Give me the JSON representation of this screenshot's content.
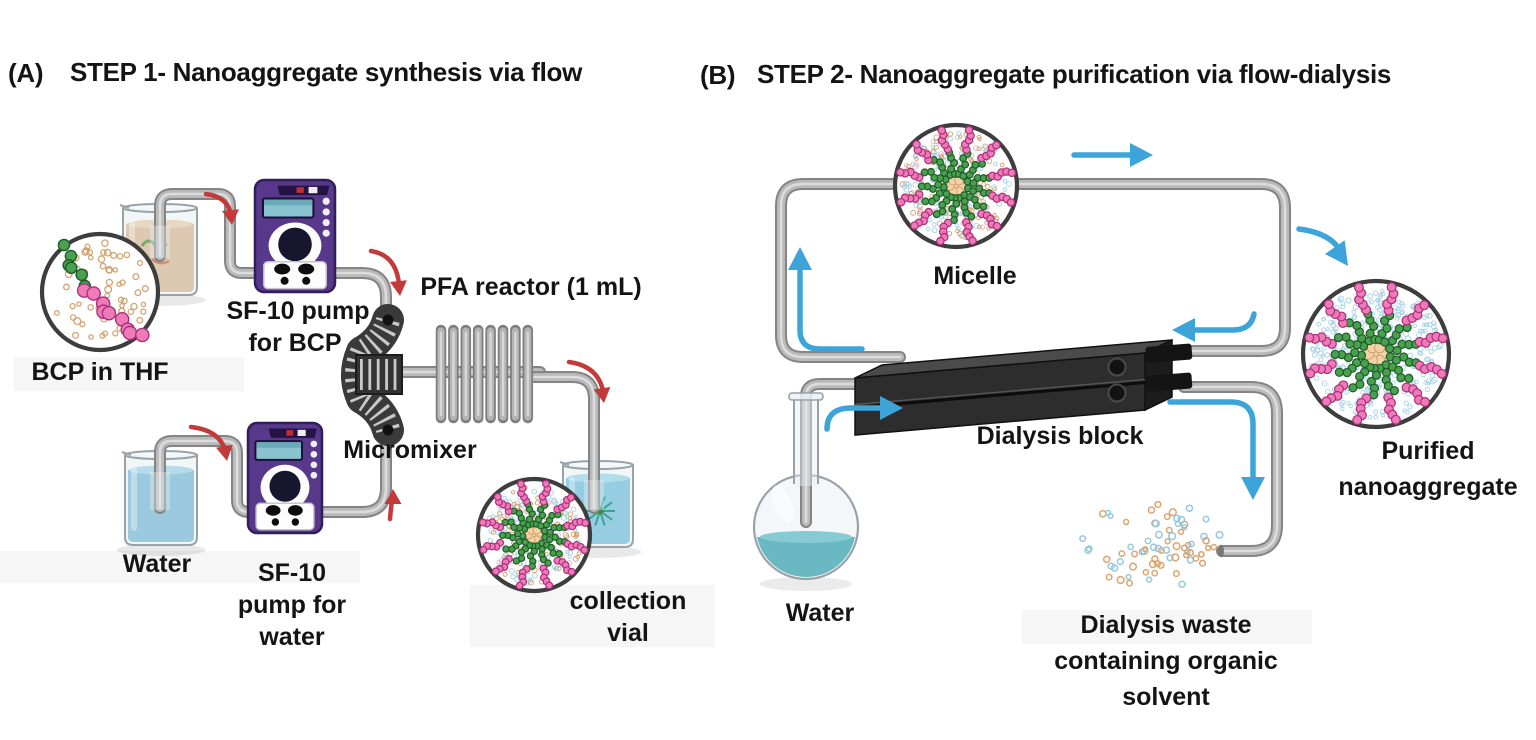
{
  "panel_a": {
    "tag": "(A)",
    "title": "STEP 1- Nanoaggregate synthesis via flow",
    "labels": {
      "bcp": "BCP in THF",
      "pump_bcp_1": "SF-10 pump",
      "pump_bcp_2": "for BCP",
      "micromixer": "Micromixer",
      "pfa_reactor": "PFA reactor (1 mL)",
      "water": "Water",
      "pump_water_1": "SF-10",
      "pump_water_2": "pump for",
      "pump_water_3": "water",
      "collection_1": "collection",
      "collection_2": "vial"
    }
  },
  "panel_b": {
    "tag": "(B)",
    "title": "STEP 2- Nanoaggregate purification via flow-dialysis",
    "labels": {
      "micelle": "Micelle",
      "dialysis_block": "Dialysis block",
      "water": "Water",
      "purified_1": "Purified",
      "purified_2": "nanoaggregate",
      "waste_1": "Dialysis waste",
      "waste_2": "containing organic",
      "waste_3": "solvent"
    }
  },
  "icons": {
    "bcp_magnifier_circle": "magnified-bcp-solution",
    "syringe_pump": "sf10-syringe-pump",
    "micromixer": "ribbed-micromixer",
    "pfa_coil": "pfa-coil-reactor",
    "beaker": "glass-beaker",
    "round_flask": "round-bottom-flask",
    "micelle_magnifier_circle": "magnified-micelle",
    "dialysis_block": "dialysis-flow-block",
    "waste_spray": "solvent-waste-dots",
    "red_flow_arrow": "curved-red-arrow",
    "blue_flow_arrow": "blue-flow-arrow"
  },
  "colors": {
    "pump_body": "#58388a",
    "pump_body_edge": "#301e58",
    "pump_screen": "#8ac3d0",
    "tube_outline": "#848484",
    "tube_fill": "#b9b9b9",
    "tube_highlight": "#dcdcdc",
    "arrow_red": "#c23a3a",
    "arrow_blue": "#3da4d9",
    "polymer_green": "#49a04e",
    "polymer_green_dark": "#1f5c28",
    "polymer_pink": "#ef7ab8",
    "polymer_pink_dark": "#ad2f7b",
    "solvent_tan": "#cf9a62",
    "water_dot": "#9ecfe4",
    "core_tan": "#f3d2a6",
    "core_tan_dark": "#cfa06c",
    "beaker_water": "#68b4d6",
    "beaker_water_top": "#95d2ea",
    "beaker_bcp": "#d9b288",
    "beaker_bcp_top": "#e8cba4",
    "collection_water": "#5fb9dc",
    "collection_water_top": "#8fd4ee",
    "flask_teal": "#1a97a3",
    "flask_teal_top": "#49b6c0",
    "block_front": "#2d2d2d",
    "block_top": "#4b4b4b",
    "block_side": "#1c1c1c",
    "glass_stroke": "#98a2a8",
    "circle_ring": "#3d3d3d",
    "text": "#141414"
  }
}
